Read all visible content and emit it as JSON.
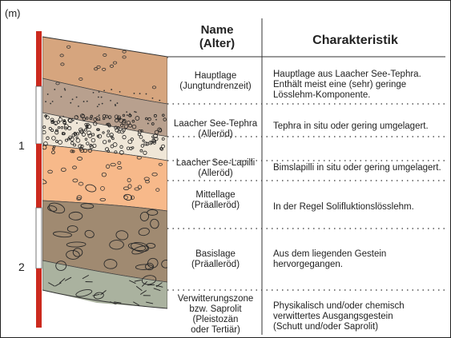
{
  "unit_label": "(m)",
  "scale_labels": [
    "1",
    "2"
  ],
  "headers": {
    "name": [
      "Name",
      "(Alter)"
    ],
    "characteristics": "Charakteristik"
  },
  "layers": [
    {
      "name": [
        "Hauptlage",
        "(Jungtundrenzeit)"
      ],
      "description": [
        "Hauptlage aus Laacher See-Tephra.",
        "Enthält meist eine (sehr) geringe",
        "Lösslehm-Komponente."
      ],
      "color": "#d6a57e"
    },
    {
      "name": [
        "Laacher See-Tephra",
        "(Alleröd)"
      ],
      "description": [
        "Tephra in situ oder gering umgelagert."
      ],
      "color": "#b8a08e"
    },
    {
      "name": [
        "Laacher See-Lapilli",
        "(Alleröd)"
      ],
      "description": [
        "Bimslapilli in situ oder gering umgelagert."
      ],
      "color": "#efe6d7"
    },
    {
      "name": [
        "Mittellage",
        "(Präalleröd)"
      ],
      "description": [
        "In der Regel Solifluktionslösslehm."
      ],
      "color": "#f7b98a"
    },
    {
      "name": [
        "Basislage",
        "(Präalleröd)"
      ],
      "description": [
        "Aus dem liegenden Gestein",
        "hervorgegangen."
      ],
      "color": "#a08a71"
    },
    {
      "name": [
        "Verwitterungszone",
        "bzw. Saprolit",
        "(Pleistozän",
        "oder Tertiär)"
      ],
      "description": [
        "Physikalisch und/oder chemisch",
        "verwittertes Ausgangsgestein",
        "(Schutt und/oder Saprolit)"
      ],
      "color": "#aab29f"
    }
  ],
  "scale_bar_color": "#cc2a1e"
}
